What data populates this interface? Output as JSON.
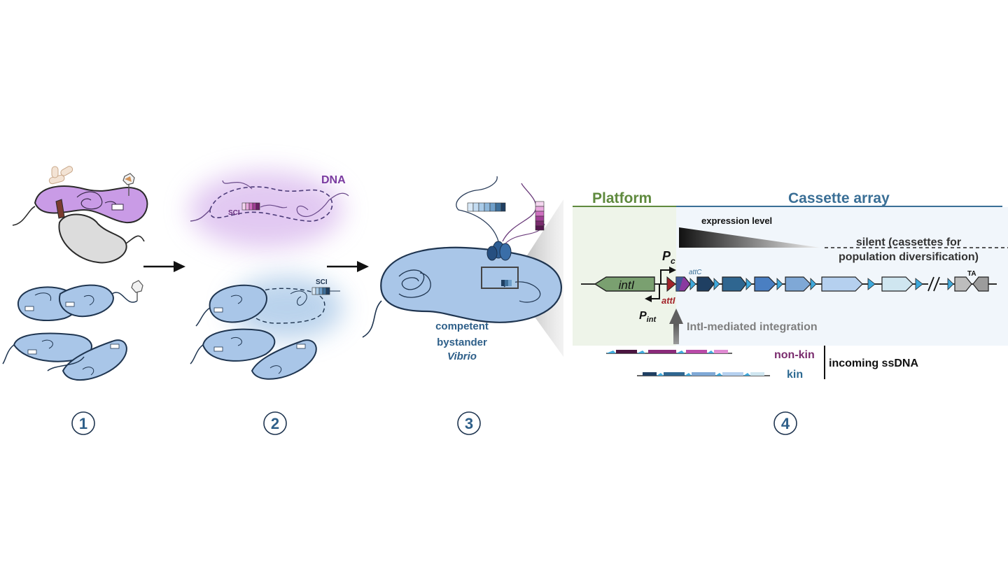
{
  "panels": {
    "p2": {
      "dna_label": "DNA",
      "sci_purple": "SCI",
      "sci_blue": "SCI"
    },
    "p3": {
      "line1": "competent",
      "line2": "bystander",
      "line3": "Vibrio"
    },
    "p4": {
      "platform": "Platform",
      "cassette_array": "Cassette array",
      "expression_level": "expression level",
      "silent_line1": "silent (cassettes for",
      "silent_line2": "population diversification)",
      "pc_main": "P",
      "pc_sub": "c",
      "pint_main": "P",
      "pint_sub": "int",
      "intI": "intI",
      "attI": "attI",
      "attC": "attC",
      "TA": "TA",
      "integration": "IntI-mediated integration",
      "non_kin": "non-kin",
      "kin": "kin",
      "incoming": "incoming ssDNA"
    }
  },
  "step_numbers": [
    "1",
    "2",
    "3",
    "4"
  ],
  "colors": {
    "cell_blue": "#a9c6e8",
    "cell_outline": "#1f3550",
    "cell_purple": "#c99be6",
    "platform_green": "#5f8a3e",
    "cassette_blue": "#3a6f96",
    "non_kin_purple": "#7a2c6e",
    "kin_blue": "#2e6a92",
    "attI_red": "#a3232a",
    "gray_label": "#7f7f7f"
  }
}
